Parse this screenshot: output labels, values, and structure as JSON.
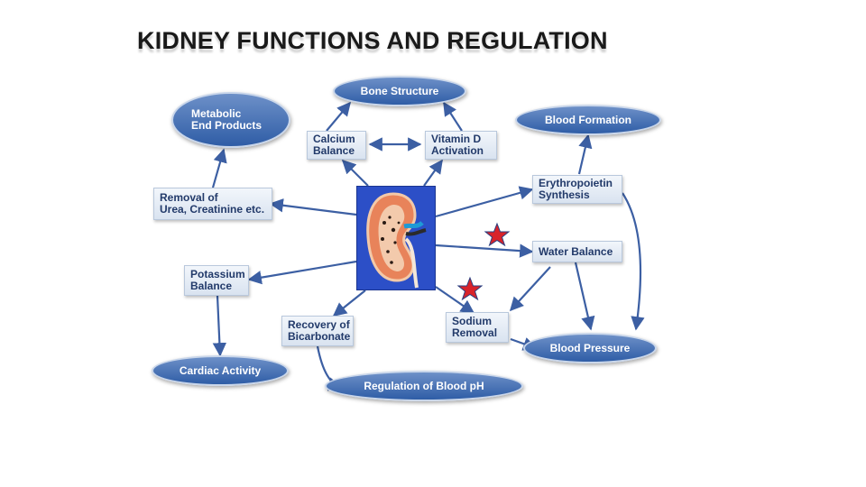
{
  "title": "KIDNEY FUNCTIONS AND REGULATION",
  "nodes": {
    "bone_structure": "Bone Structure",
    "metabolic_end_products": "Metabolic\nEnd Products",
    "calcium_balance": "Calcium\nBalance",
    "vitamin_d_activation": "Vitamin D\nActivation",
    "blood_formation": "Blood Formation",
    "erythropoietin_synthesis": "Erythropoietin\nSynthesis",
    "removal_of_urea": "Removal of\n Urea, Creatinine etc.",
    "water_balance": "Water Balance",
    "potassium_balance": "Potassium\nBalance",
    "recovery_of_bicarbonate": "Recovery of\nBicarbonate",
    "sodium_removal": "Sodium\nRemoval",
    "blood_pressure": "Blood Pressure",
    "cardiac_activity": "Cardiac Activity",
    "regulation_of_blood_ph": "Regulation of Blood pH"
  },
  "colors": {
    "oval_fill": "#3b67ae",
    "rect_fill": "#dde6f2",
    "text_dark": "#223a6a",
    "arrow": "#3c5fa3",
    "kidney_background": "#2c4fc7",
    "star": "#d8232a"
  },
  "icons": [
    "kidney-illustration",
    "star-icon",
    "star-icon"
  ]
}
